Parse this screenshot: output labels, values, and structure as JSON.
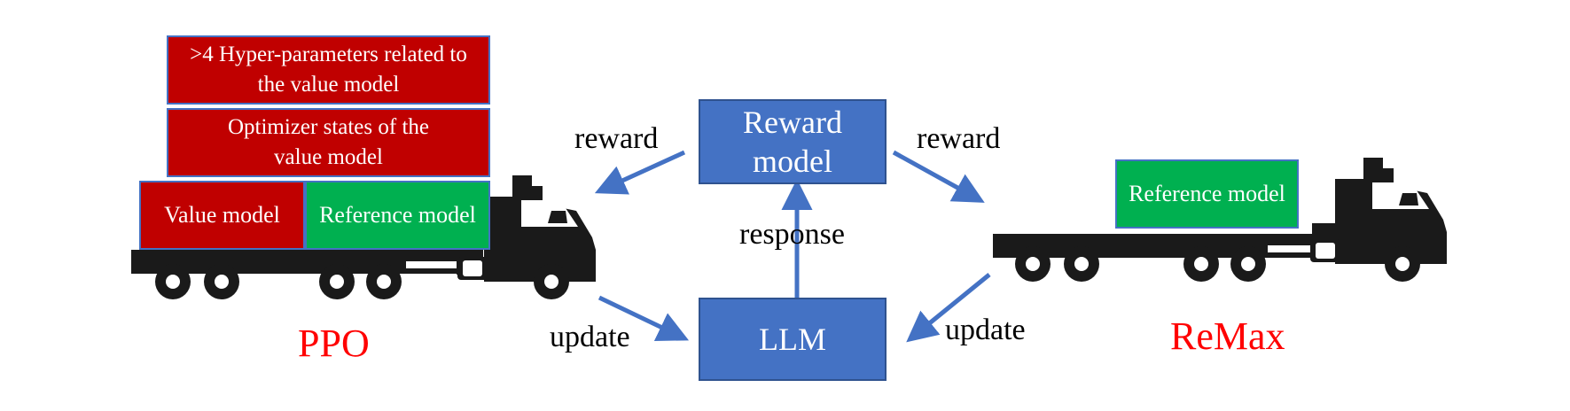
{
  "ppo": {
    "label": "PPO",
    "label_color": "#ff0000",
    "hyper_box": ">4 Hyper-parameters related to the value model",
    "optimizer_box": "Optimizer states of the value model",
    "value_box": "Value model",
    "reference_box": "Reference model"
  },
  "remax": {
    "label": "ReMax",
    "label_color": "#ff0000",
    "reference_box": "Reference model"
  },
  "center": {
    "reward_model": "Reward model",
    "llm": "LLM"
  },
  "arrows": {
    "reward_left": "reward",
    "reward_right": "reward",
    "response": "response",
    "update_left": "update",
    "update_right": "update"
  },
  "colors": {
    "box_red": "#c00000",
    "box_green": "#00b050",
    "box_blue": "#4472c4",
    "truck": "#1a1a1a",
    "arrow": "#4472c4"
  },
  "icons": {
    "truck_left": "truck-icon",
    "truck_right": "truck-icon"
  }
}
